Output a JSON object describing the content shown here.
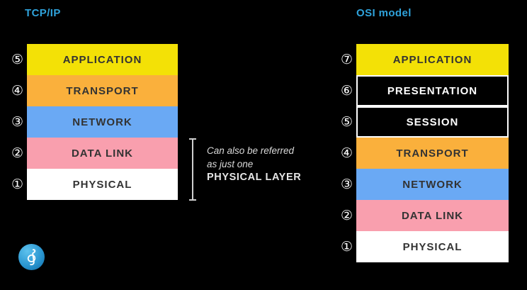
{
  "colors": {
    "background": "#000000",
    "title_cyan": "#2fa3dc",
    "layer_yellow": "#f3e106",
    "layer_orange": "#fab03c",
    "layer_blue": "#6aa9f4",
    "layer_pink": "#f99fae",
    "layer_white": "#ffffff",
    "layer_black": "#000000",
    "label_dark": "#333333",
    "label_light": "#ffffff",
    "annotation_gray": "#d9d9d9",
    "logo_blue": "#2b97d1"
  },
  "tcpip": {
    "title": "TCP/IP",
    "layers": [
      {
        "num": "⑤",
        "label": "APPLICATION",
        "bg": "#f3e106",
        "fg": "#333333"
      },
      {
        "num": "④",
        "label": "TRANSPORT",
        "bg": "#fab03c",
        "fg": "#333333"
      },
      {
        "num": "③",
        "label": "NETWORK",
        "bg": "#6aa9f4",
        "fg": "#333333"
      },
      {
        "num": "②",
        "label": "DATA LINK",
        "bg": "#f99fae",
        "fg": "#333333"
      },
      {
        "num": "①",
        "label": "PHYSICAL",
        "bg": "#ffffff",
        "fg": "#333333"
      }
    ]
  },
  "osi": {
    "title": "OSI model",
    "layers": [
      {
        "num": "⑦",
        "label": "APPLICATION",
        "bg": "#f3e106",
        "fg": "#333333"
      },
      {
        "num": "⑥",
        "label": "PRESENTATION",
        "bg": "#000000",
        "fg": "#ffffff"
      },
      {
        "num": "⑤",
        "label": "SESSION",
        "bg": "#000000",
        "fg": "#ffffff"
      },
      {
        "num": "④",
        "label": "TRANSPORT",
        "bg": "#fab03c",
        "fg": "#333333"
      },
      {
        "num": "③",
        "label": "NETWORK",
        "bg": "#6aa9f4",
        "fg": "#333333"
      },
      {
        "num": "②",
        "label": "DATA LINK",
        "bg": "#f99fae",
        "fg": "#333333"
      },
      {
        "num": "①",
        "label": "PHYSICAL",
        "bg": "#ffffff",
        "fg": "#333333"
      }
    ]
  },
  "annotation": {
    "line1": "Can also be referred",
    "line2": "as just one",
    "line3": "PHYSICAL LAYER"
  }
}
